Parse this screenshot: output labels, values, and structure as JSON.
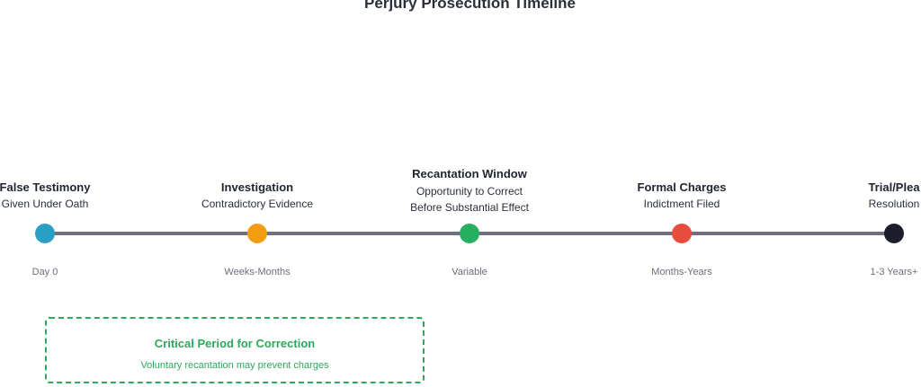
{
  "diagram": {
    "title": "Perjury Prosecution Timeline",
    "milestones": [
      {
        "title": "False Testimony",
        "subtitle": [
          "Given Under Oath"
        ],
        "time": "Day 0",
        "color": "#2a9ec4"
      },
      {
        "title": "Investigation",
        "subtitle": [
          "Contradictory Evidence"
        ],
        "time": "Weeks-Months",
        "color": "#f39c12"
      },
      {
        "title": "Recantation Window",
        "subtitle": [
          "Opportunity to Correct",
          "Before Substantial Effect"
        ],
        "time": "Variable",
        "color": "#27ae60"
      },
      {
        "title": "Formal Charges",
        "subtitle": [
          "Indictment Filed"
        ],
        "time": "Months-Years",
        "color": "#e74c3c"
      },
      {
        "title": "Trial/Plea",
        "subtitle": [
          "Resolution"
        ],
        "time": "1-3 Years+",
        "color": "#1c1f2b"
      }
    ],
    "line_color": "#6e6e80",
    "callout": {
      "title": "Critical Period for Correction",
      "text": "Voluntary recantation may prevent charges",
      "color": "#2ea85a"
    }
  }
}
